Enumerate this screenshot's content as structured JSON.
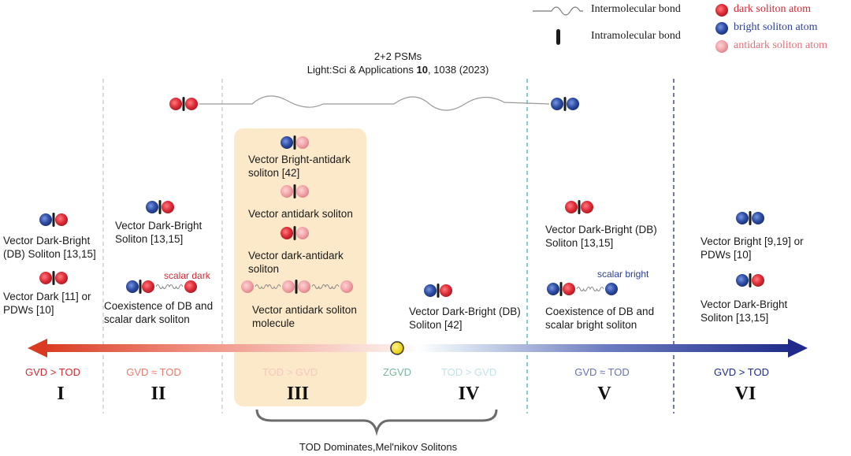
{
  "legend": {
    "intermolecular": "Intermolecular bond",
    "intramolecular": "Intramolecular bond",
    "dark_atom": "dark soliton atom",
    "bright_atom": "bright soliton atom",
    "antidark_atom": "antidark soliton atom"
  },
  "header": {
    "line1": "2+2 PSMs",
    "line2_pre": "Light:Sci & Applications ",
    "line2_bold": "10",
    "line2_post": ", 1038 (2023)"
  },
  "region1": {
    "db_line1": "Vector Dark-Bright",
    "db_line2": "(DB) Soliton [13,15]",
    "dark_line1": "Vector Dark [11] or",
    "dark_line2": "PDWs [10]"
  },
  "region2": {
    "db_line1": "Vector Dark-Bright",
    "db_line2": "Soliton [13,15]",
    "scalar_label": "scalar dark",
    "coex_line1": "Coexistence of DB and",
    "coex_line2": "scalar dark soliton"
  },
  "region3": {
    "ba_line1": "Vector Bright-antidark",
    "ba_line2": "soliton [42]",
    "anti": "Vector antidark soliton",
    "da_line1": "Vector dark-antidark",
    "da_line2": "soliton",
    "mol_line1": "Vector antidark soliton",
    "mol_line2": "molecule"
  },
  "region4": {
    "db_line1": "Vector Dark-Bright (DB)",
    "db_line2": "Soliton [42]"
  },
  "region5": {
    "db_line1": "Vector Dark-Bright (DB)",
    "db_line2": "Soliton [13,15]",
    "scalar_label": "scalar bright",
    "coex_line1": "Coexistence of DB and",
    "coex_line2": "scalar bright soliton"
  },
  "region6": {
    "bright_line1": "Vector Bright [9,19] or",
    "bright_line2": "PDWs [10]",
    "db_line1": "Vector Dark-Bright",
    "db_line2": "Soliton [13,15]"
  },
  "conditions": [
    "GVD > TOD",
    "GVD ≈ TOD",
    "TOD > GVD",
    "ZGVD",
    "TOD > GVD",
    "GVD ≈ TOD",
    "GVD > TOD"
  ],
  "numerals": [
    "I",
    "II",
    "III",
    "IV",
    "V",
    "VI"
  ],
  "footer": "TOD Dominates,Mel'nikov Solitons",
  "colors": {
    "dark": "#e0303a",
    "bright": "#2f4fa6",
    "antidark": "#f2a3a8",
    "arrow_left": "#d93a20",
    "arrow_right": "#1f2a8a",
    "panel": "#fbe9c9",
    "zgvd": "#f2dc14"
  }
}
